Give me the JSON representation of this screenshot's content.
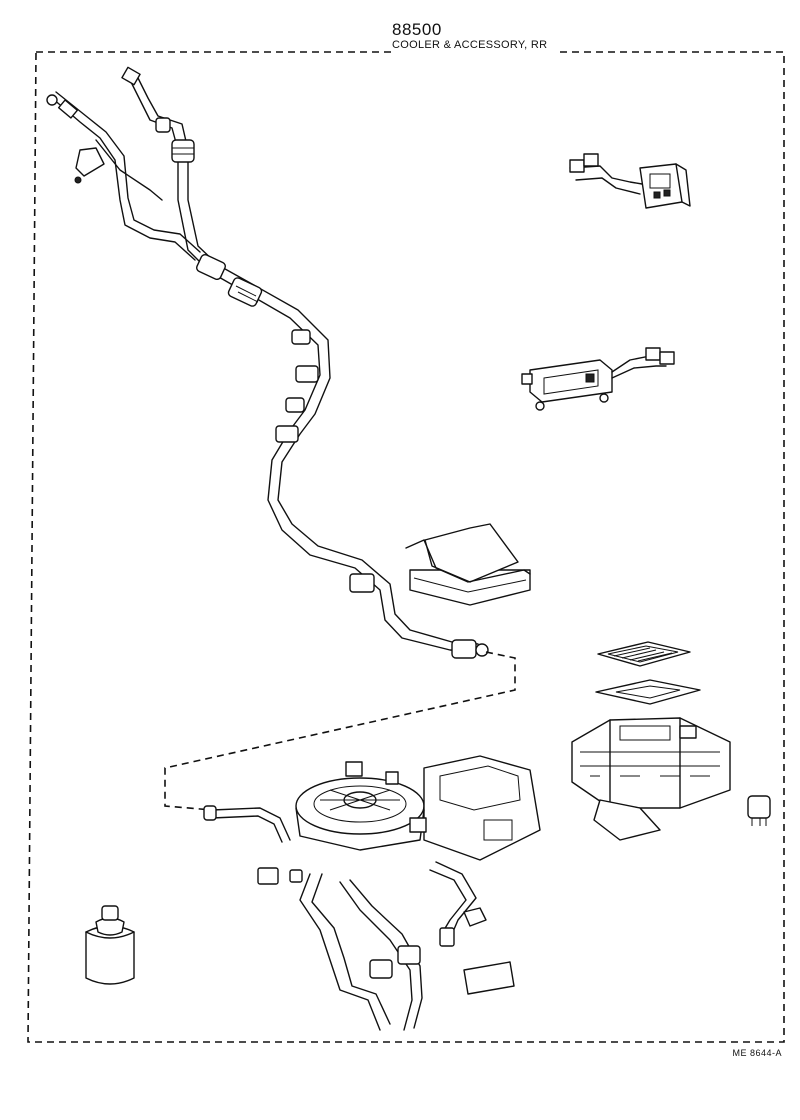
{
  "header": {
    "part_number": "88500",
    "caption": "COOLER & ACCESSORY, RR"
  },
  "footer": {
    "ref_code": "ME 8644-A"
  }
}
